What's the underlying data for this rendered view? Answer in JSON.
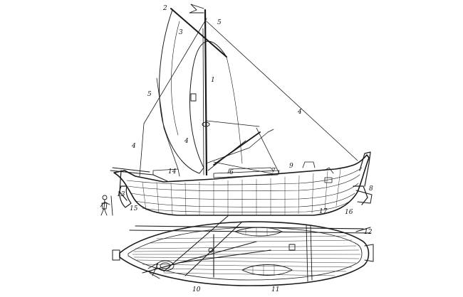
{
  "figure": {
    "callouts": [
      {
        "id": "c2",
        "text": "2"
      },
      {
        "id": "c3",
        "text": "3"
      },
      {
        "id": "c5a",
        "text": "5"
      },
      {
        "id": "c1",
        "text": "1"
      },
      {
        "id": "c5b",
        "text": "5"
      },
      {
        "id": "c4a",
        "text": "4"
      },
      {
        "id": "c4b",
        "text": "4"
      },
      {
        "id": "c4c",
        "text": "4"
      },
      {
        "id": "c6",
        "text": "6"
      },
      {
        "id": "c9",
        "text": "9"
      },
      {
        "id": "c7",
        "text": "7"
      },
      {
        "id": "c14",
        "text": "14"
      },
      {
        "id": "c13",
        "text": "13"
      },
      {
        "id": "c15",
        "text": "15"
      },
      {
        "id": "c17",
        "text": "17"
      },
      {
        "id": "c16",
        "text": "16"
      },
      {
        "id": "c8",
        "text": "8"
      },
      {
        "id": "c12",
        "text": "12"
      },
      {
        "id": "c10",
        "text": "10"
      },
      {
        "id": "c11",
        "text": "11"
      }
    ]
  }
}
